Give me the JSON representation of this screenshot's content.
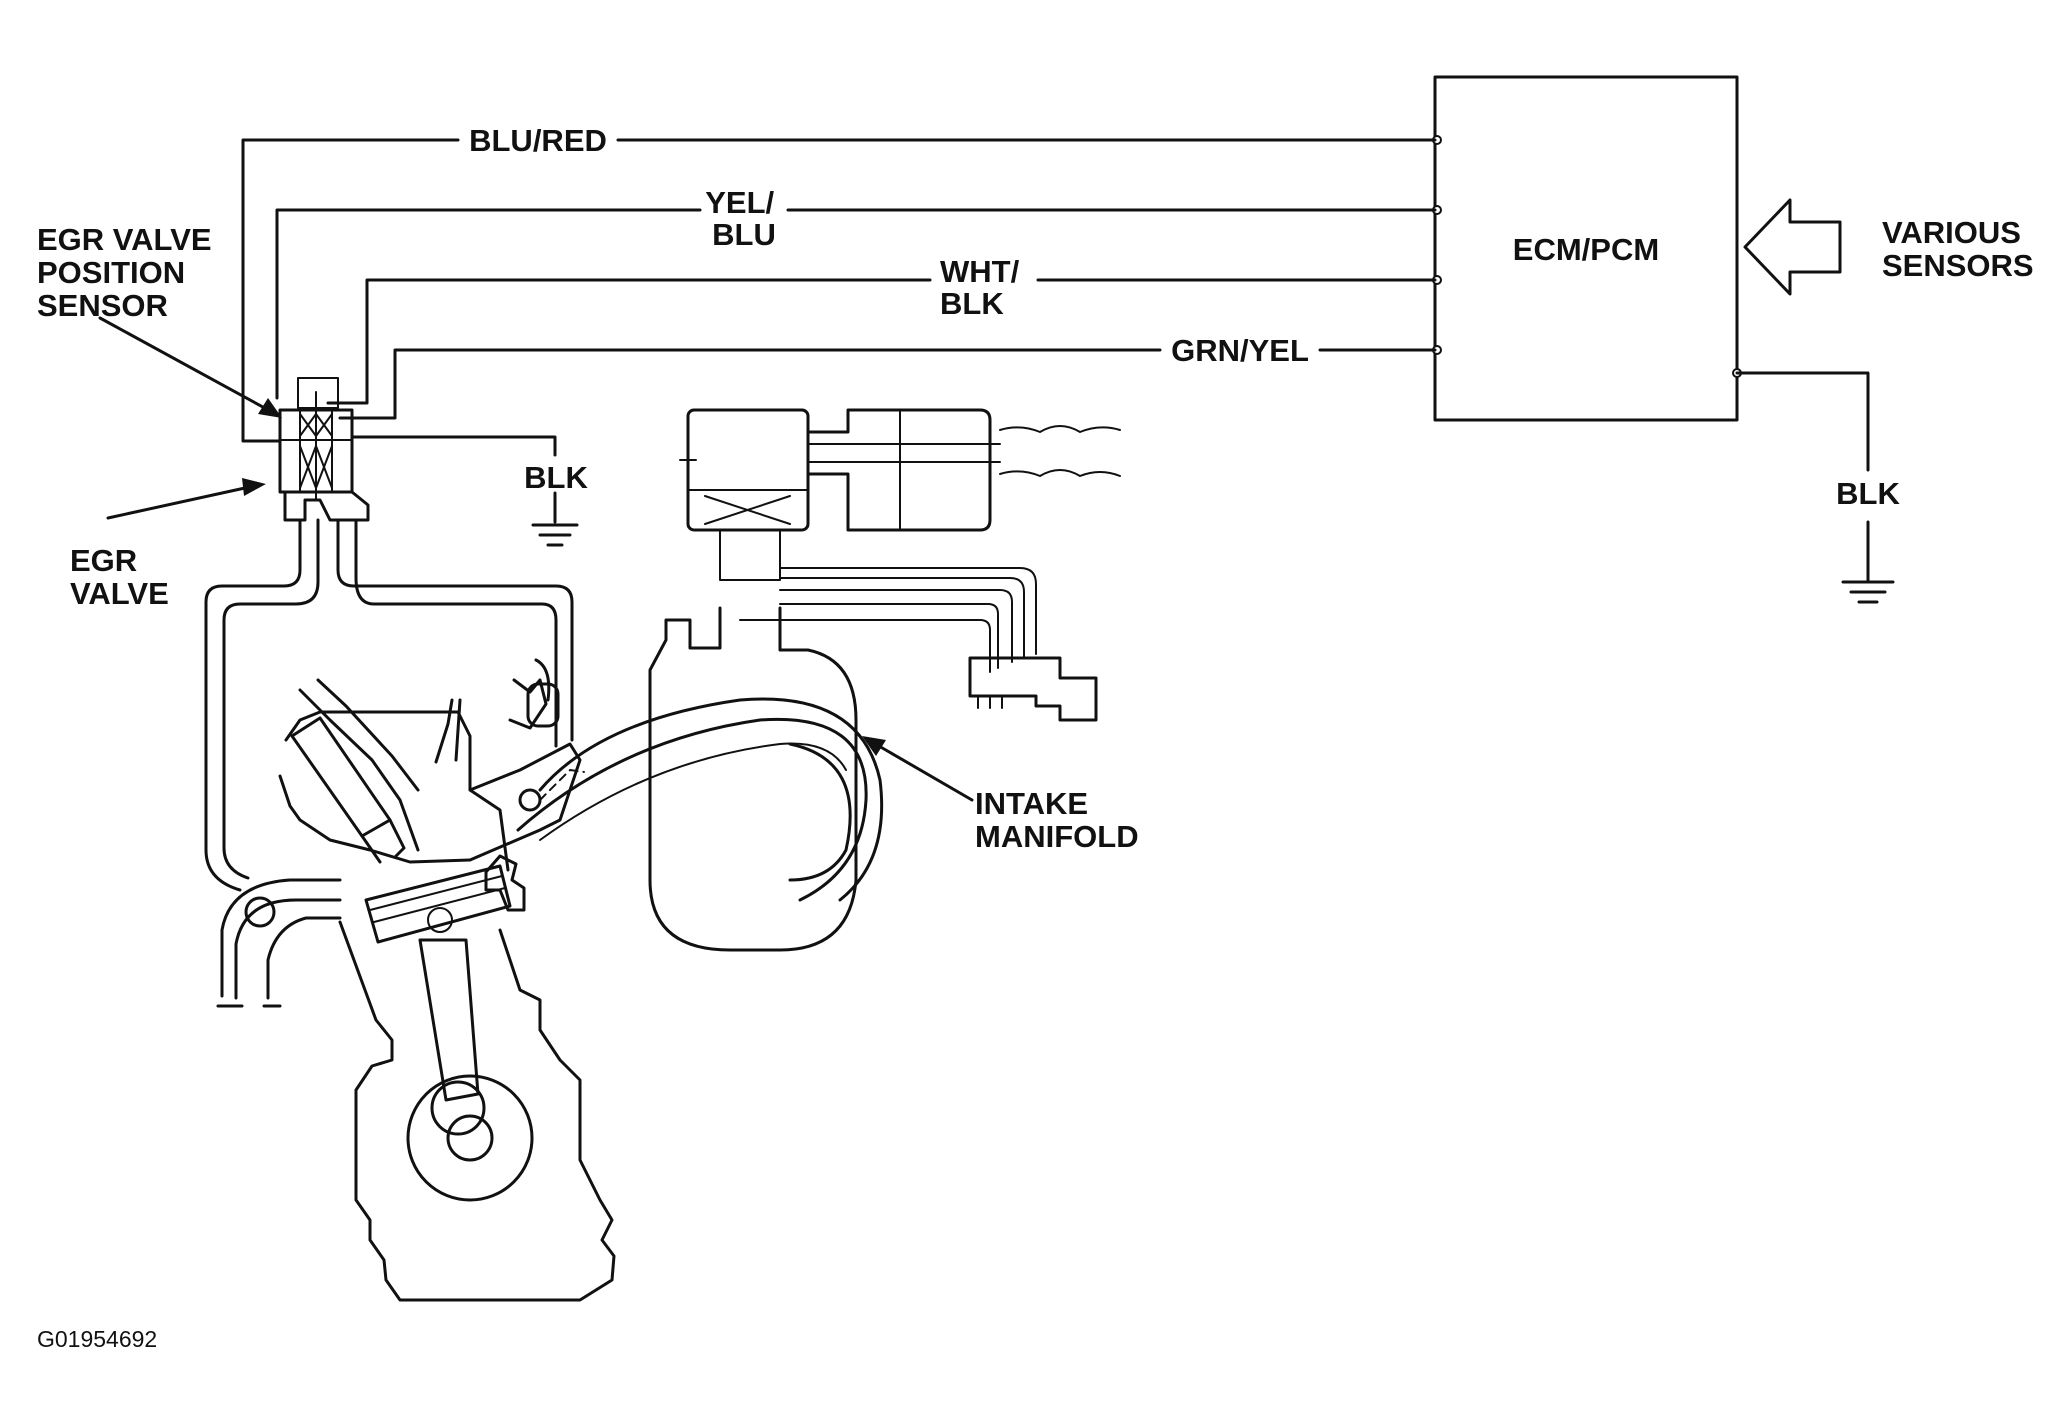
{
  "labels": {
    "egr_valve_position_sensor": [
      "EGR VALVE",
      "POSITION",
      "SENSOR"
    ],
    "egr_valve": [
      "EGR",
      "VALVE"
    ],
    "intake_manifold": [
      "INTAKE",
      "MANIFOLD"
    ],
    "various_sensors": [
      "VARIOUS",
      "SENSORS"
    ],
    "ecm_pcm": "ECM/PCM",
    "ground_left": "BLK",
    "ground_right": "BLK"
  },
  "wires": {
    "w1": [
      "BLU/RED"
    ],
    "w2": [
      "YEL/",
      "BLU"
    ],
    "w3": [
      "WHT/",
      "BLK"
    ],
    "w4": [
      "GRN/YEL"
    ]
  },
  "figure_id": "G01954692"
}
